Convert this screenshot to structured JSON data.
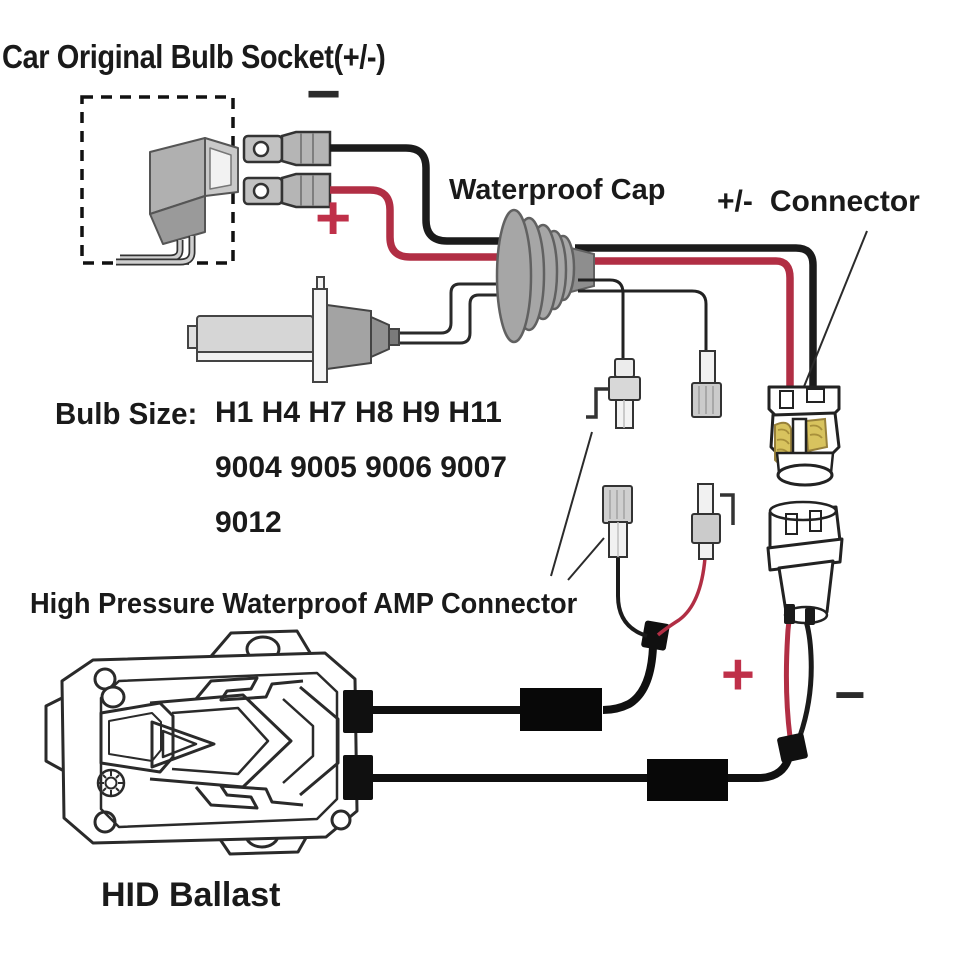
{
  "labels": {
    "title": "Car Original Bulb Socket(+/-)",
    "waterproof_cap": "Waterproof Cap",
    "pm_sign": "+/-",
    "pm_word": "Connector",
    "bulb_size_heading": "Bulb Size:",
    "bulb_sizes": [
      "H1 H4 H7 H8 H9 H11",
      "9004 9005 9006 9007",
      "9012"
    ],
    "amp_connector": "High Pressure Waterproof AMP Connector",
    "hid_ballast": "HID Ballast"
  },
  "symbols": {
    "socket_negative": "−",
    "socket_positive": "+",
    "ballast_positive": "+",
    "ballast_negative": "−"
  },
  "colors": {
    "wire_red": "#b12e44",
    "wire_black": "#1b1b1b",
    "symbol_red": "#bf3049",
    "symbol_black": "#2b2b2b",
    "cap_gray": "#a6a6a6",
    "terminal_yellow": "#d8c35e",
    "sleeve_black": "#080808"
  }
}
